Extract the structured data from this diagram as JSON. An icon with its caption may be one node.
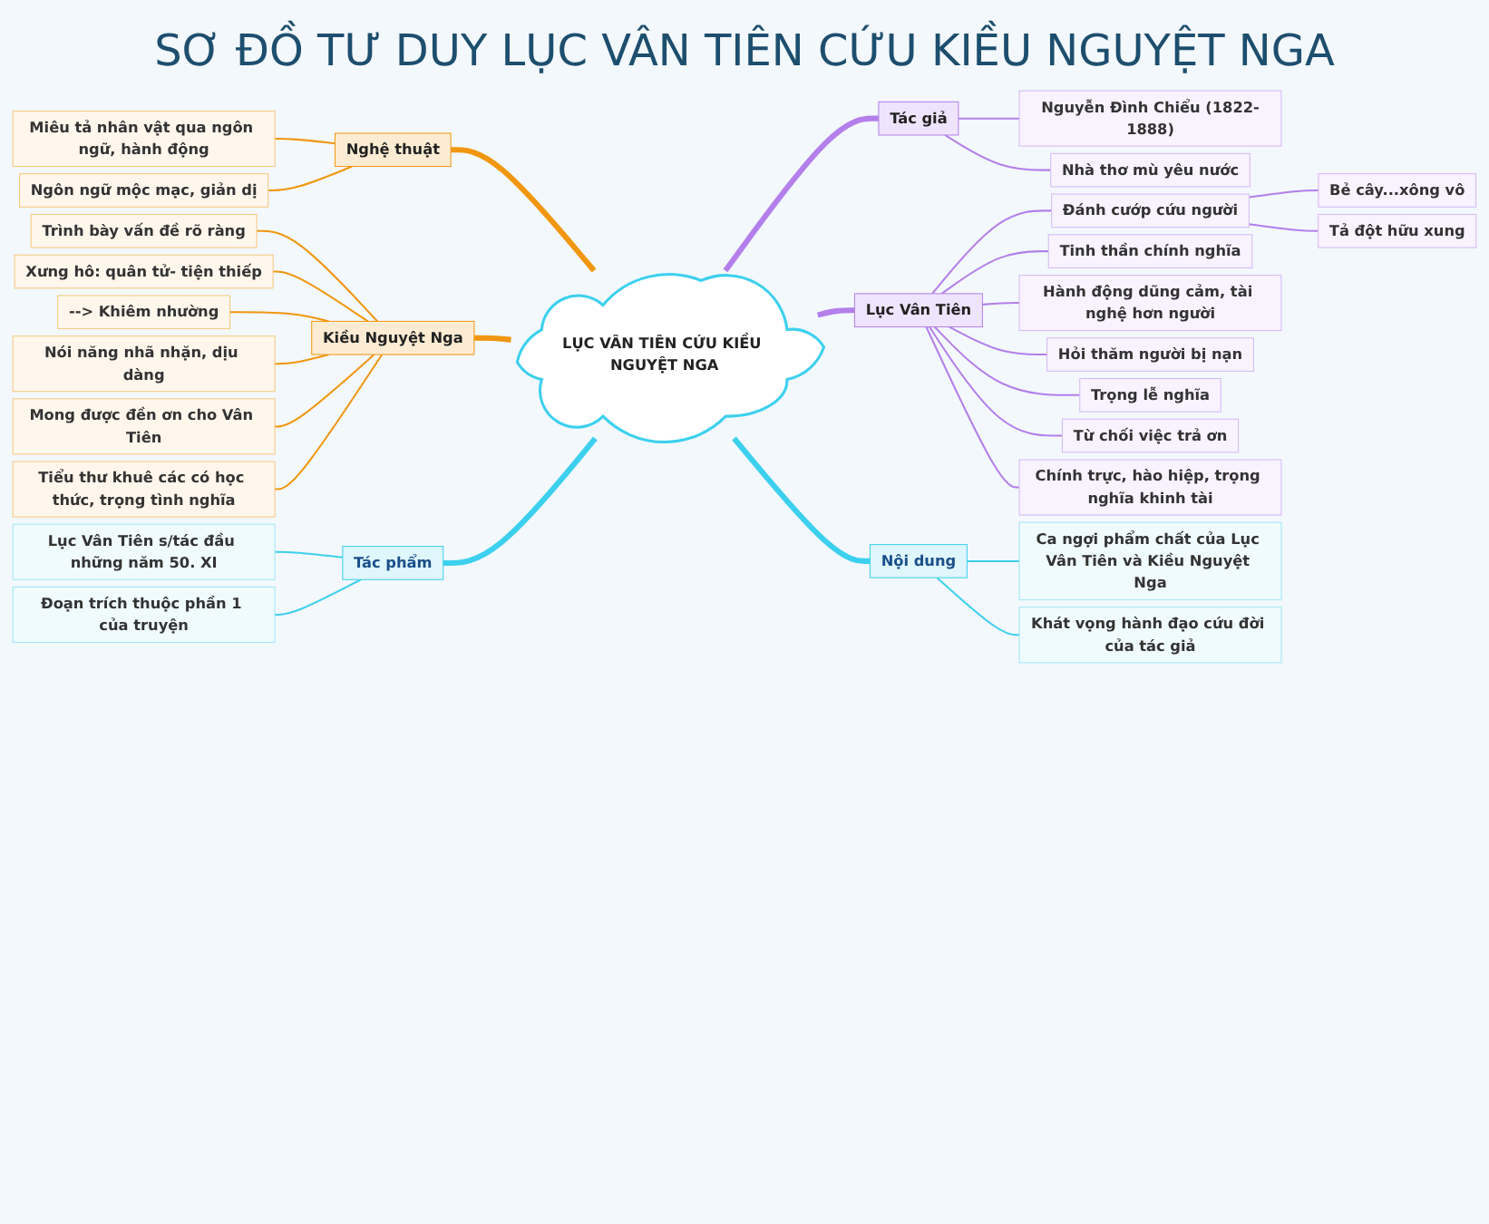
{
  "diagram": {
    "title": "SƠ ĐỒ TƯ DUY LỤC VÂN TIÊN CỨU KIỀU NGUYỆT NGA",
    "nodes": [
      {
        "text": [
          "LỤC VÂN TIÊN CỨU KIỀU NGUYỆT NGA"
        ]
      },
      {
        "text": [
          "Tác giả"
        ]
      },
      {
        "text": [
          "Nguyễn Đình Chiểu (1822-1888)"
        ]
      },
      {
        "text": [
          "Nhà thơ mù yêu nước"
        ]
      },
      {
        "text": [
          "Lục Vân Tiên"
        ]
      },
      {
        "text": [
          "Đánh cướp cứu người"
        ]
      },
      {
        "text": [
          "Bẻ cây...xông vô"
        ]
      },
      {
        "text": [
          "Tả đột hữu xung"
        ]
      },
      {
        "text": [
          "Tinh thần chính nghĩa"
        ]
      },
      {
        "text": [
          "Hành động dũng cảm, tài nghệ hơn người"
        ]
      },
      {
        "text": [
          "Hỏi thăm người bị nạn"
        ]
      },
      {
        "text": [
          "Trọng lễ nghĩa"
        ]
      },
      {
        "text": [
          "Từ chối việc trả ơn"
        ]
      },
      {
        "text": [
          "Chính trực, hào hiệp, trọng nghĩa khinh tài"
        ]
      },
      {
        "text": [
          "Nội dung"
        ]
      },
      {
        "text": [
          "Ca ngợi phẩm chất của Lục Vân Tiên và Kiều Nguyệt Nga"
        ]
      },
      {
        "text": [
          "Khát vọng hành đạo cứu đời của tác giả"
        ]
      },
      {
        "text": [
          "Nghệ thuật"
        ]
      },
      {
        "text": [
          "Miêu tả nhân vật qua ngôn ngữ, hành động"
        ]
      },
      {
        "text": [
          "Ngôn ngữ mộc mạc, giản dị"
        ]
      },
      {
        "text": [
          "Kiều Nguyệt Nga"
        ]
      },
      {
        "text": [
          "Trình bày vấn đề rõ ràng"
        ]
      },
      {
        "text": [
          "Xưng hô: quân tử- tiện thiếp"
        ]
      },
      {
        "text": [
          "--> Khiêm nhường"
        ]
      },
      {
        "text": [
          "Nói năng nhã nhặn, dịu dàng"
        ]
      },
      {
        "text": [
          "Mong được đền ơn cho Vân Tiên"
        ]
      },
      {
        "text": [
          "Tiểu thư khuê các có học thức, trọng tình nghĩa"
        ]
      },
      {
        "text": [
          "Tác phẩm"
        ]
      },
      {
        "text": [
          "Lục Vân Tiên s/tác đầu những năm 50. XI"
        ]
      },
      {
        "text": [
          "Đoạn trích thuộc phần 1 của truyện"
        ]
      }
    ],
    "edges": [
      {
        "from": 0,
        "to": 1,
        "arrow": "none",
        "style": "thick"
      },
      {
        "from": 1,
        "to": 2,
        "arrow": "none"
      },
      {
        "from": 1,
        "to": 3,
        "arrow": "none"
      },
      {
        "from": 0,
        "to": 4,
        "arrow": "none",
        "style": "thick"
      },
      {
        "from": 4,
        "to": 5,
        "arrow": "none"
      },
      {
        "from": 5,
        "to": 6,
        "arrow": "none"
      },
      {
        "from": 5,
        "to": 7,
        "arrow": "none"
      },
      {
        "from": 4,
        "to": 8,
        "arrow": "none"
      },
      {
        "from": 4,
        "to": 9,
        "arrow": "none"
      },
      {
        "from": 4,
        "to": 10,
        "arrow": "none"
      },
      {
        "from": 4,
        "to": 11,
        "arrow": "none"
      },
      {
        "from": 4,
        "to": 12,
        "arrow": "none"
      },
      {
        "from": 4,
        "to": 13,
        "arrow": "none"
      },
      {
        "from": 0,
        "to": 14,
        "arrow": "none",
        "style": "thick",
        "color": "#3cd0ee"
      },
      {
        "from": 14,
        "to": 15,
        "arrow": "none",
        "color": "#3cd0ee"
      },
      {
        "from": 14,
        "to": 16,
        "arrow": "none",
        "color": "#3cd0ee"
      },
      {
        "from": 0,
        "to": 17,
        "arrow": "none",
        "style": "thick",
        "color": "#f0960f"
      },
      {
        "from": 17,
        "to": 18,
        "arrow": "none",
        "color": "#f0960f"
      },
      {
        "from": 17,
        "to": 19,
        "arrow": "none",
        "color": "#f0960f"
      },
      {
        "from": 0,
        "to": 20,
        "arrow": "none",
        "style": "thick",
        "color": "#f0960f"
      },
      {
        "from": 20,
        "to": 21,
        "arrow": "none",
        "color": "#f0960f"
      },
      {
        "from": 20,
        "to": 22,
        "arrow": "none",
        "color": "#f0960f"
      },
      {
        "from": 20,
        "to": 23,
        "arrow": "none",
        "color": "#f0960f"
      },
      {
        "from": 20,
        "to": 24,
        "arrow": "none",
        "color": "#f0960f"
      },
      {
        "from": 20,
        "to": 25,
        "arrow": "none",
        "color": "#f0960f"
      },
      {
        "from": 20,
        "to": 26,
        "arrow": "none",
        "color": "#f0960f"
      },
      {
        "from": 0,
        "to": 27,
        "arrow": "none",
        "style": "thick",
        "color": "#3cd0ee"
      },
      {
        "from": 27,
        "to": 28,
        "arrow": "none",
        "color": "#3cd0ee"
      },
      {
        "from": 27,
        "to": 29,
        "arrow": "none",
        "color": "#3cd0ee"
      }
    ]
  }
}
